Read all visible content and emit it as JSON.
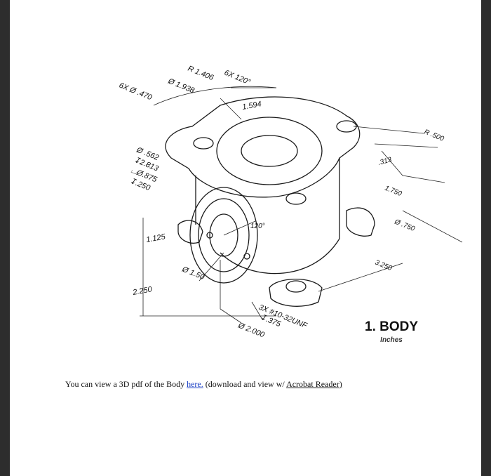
{
  "drawing": {
    "title": "1. BODY",
    "units": "Inches",
    "dims": {
      "r1406": "R 1.406",
      "d1938": "Ø 1.938",
      "six_x_120": "6X 120°",
      "six_x_d470": "6X Ø .470",
      "d1594": "1.594",
      "r500": "R .500",
      "d313": ".313",
      "d1750": "1.750",
      "d750": "Ø .750",
      "d3250": "3.250",
      "d562": "Ø .562",
      "depth2813": "↧2.813",
      "cbore875": "⌴Ø.875",
      "depth250": "↧.250",
      "d1125": "1.125",
      "d2250": "2.250",
      "d150": "Ø 1.50",
      "angle120": "120°",
      "thread": "3X #10-32UNF",
      "thread_depth": "↧.375",
      "d2000": "Ø 2.000"
    }
  },
  "caption": {
    "prefix": "You can view a 3D pdf of the Body ",
    "link_here": "here.",
    "middle": " (download and view w/ ",
    "link_reader": "Acrobat Reader)"
  }
}
